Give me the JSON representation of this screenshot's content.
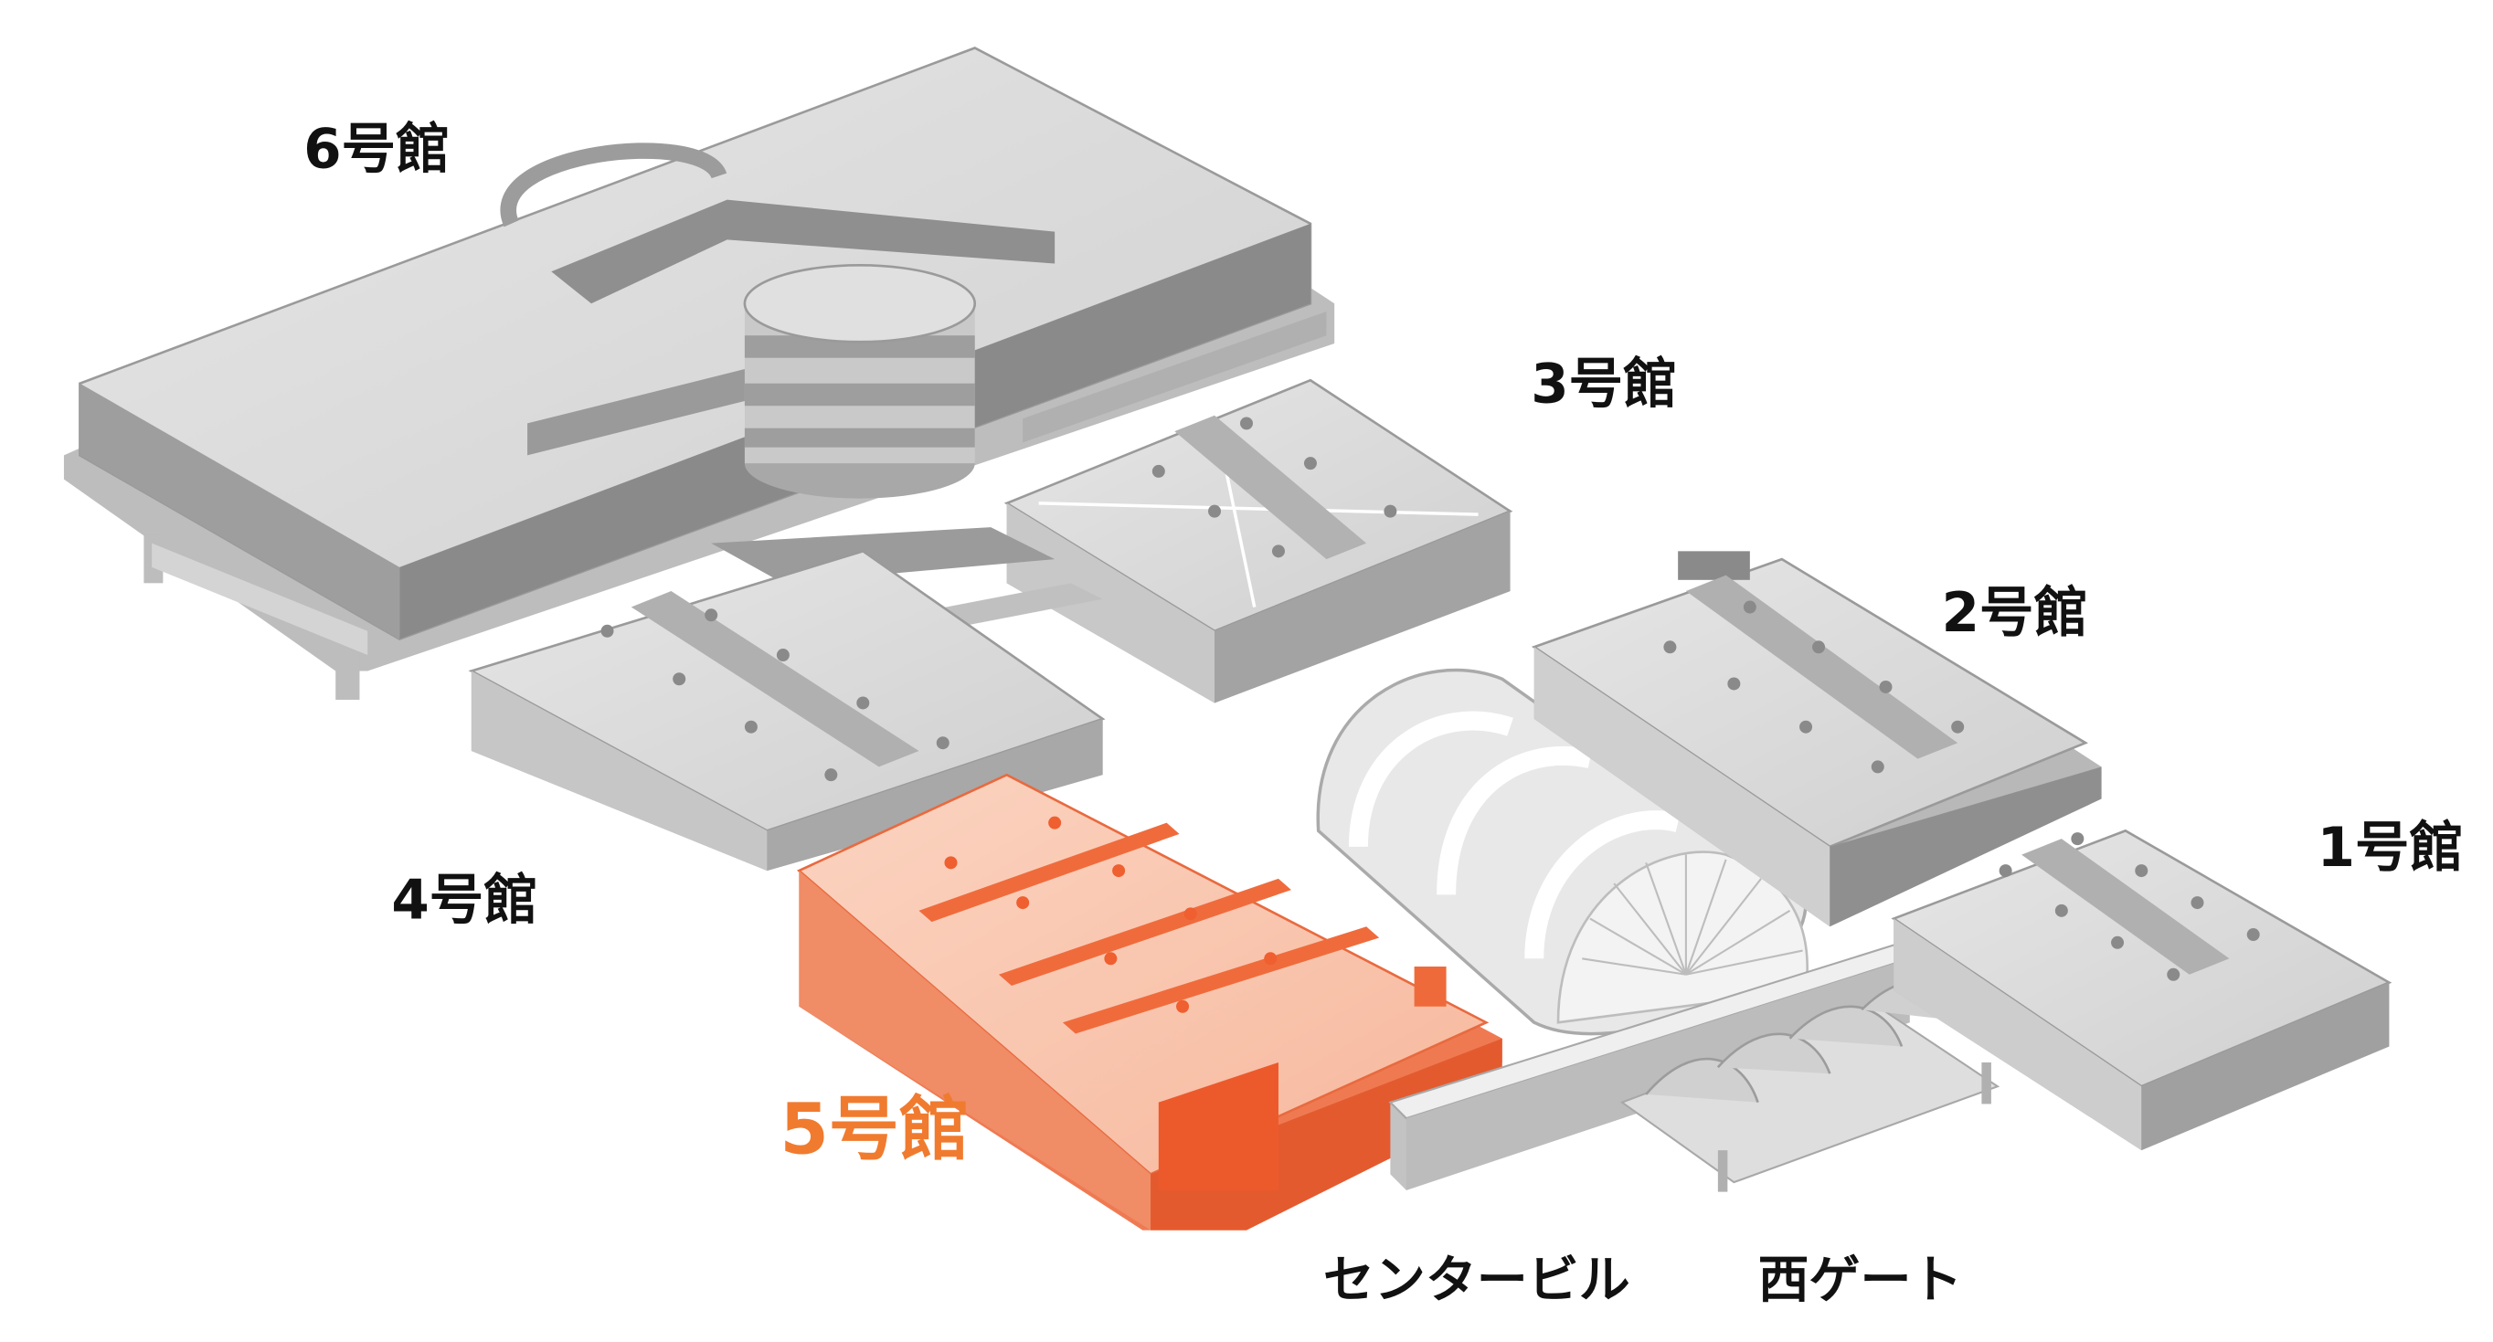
{
  "map": {
    "buildings": [
      {
        "id": "hall-6",
        "label": "6号館",
        "highlighted": false
      },
      {
        "id": "hall-3",
        "label": "3号館",
        "highlighted": false
      },
      {
        "id": "hall-2",
        "label": "2号館",
        "highlighted": false
      },
      {
        "id": "hall-1",
        "label": "1号館",
        "highlighted": false
      },
      {
        "id": "hall-4",
        "label": "4号館",
        "highlighted": false
      },
      {
        "id": "hall-5",
        "label": "5号館",
        "highlighted": true
      }
    ],
    "landmarks": [
      {
        "id": "center-building",
        "label": "センタービル"
      },
      {
        "id": "west-gate",
        "label": "西ゲート"
      }
    ]
  },
  "colors": {
    "highlight": "#f07b4f",
    "highlight_label": "#f07b2f",
    "building_top": "#d9d9d9",
    "building_side": "#8c8c8c",
    "label": "#111111"
  }
}
